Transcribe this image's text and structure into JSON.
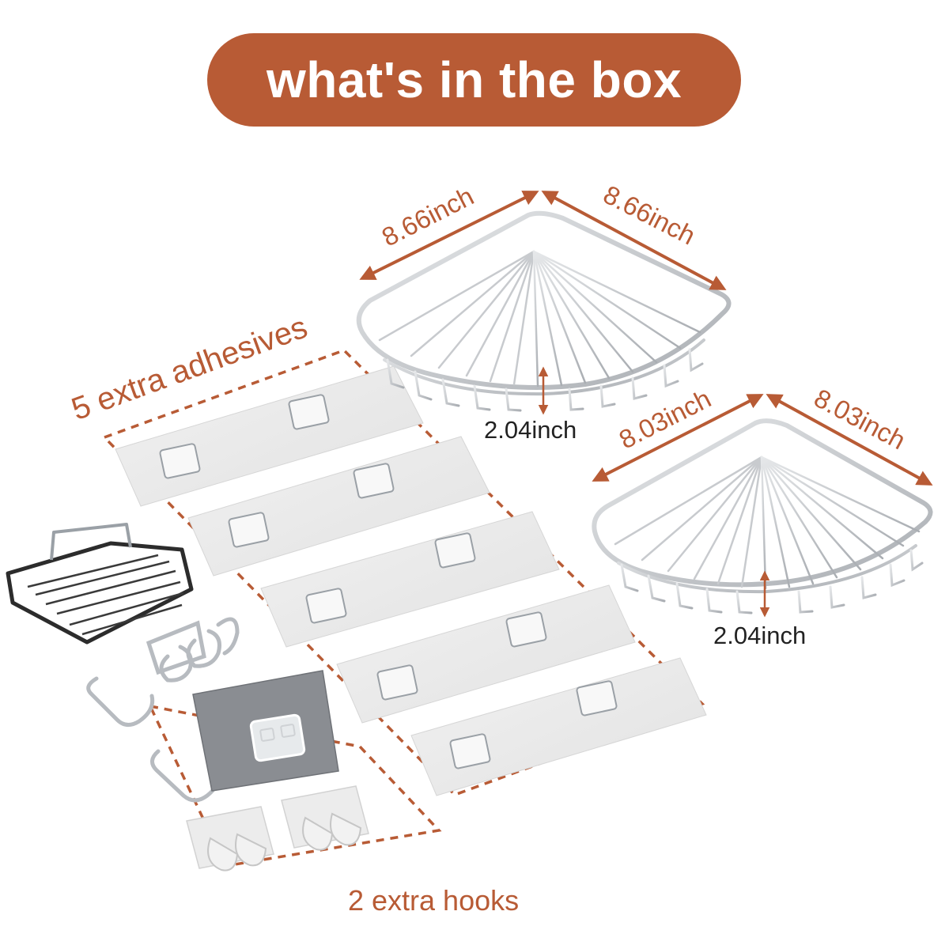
{
  "title": "what's in the box",
  "labels": {
    "adhesives": "5 extra adhesives",
    "hooks": "2 extra hooks"
  },
  "large_basket": {
    "left_edge": "8.66inch",
    "right_edge": "8.66inch",
    "height": "2.04inch"
  },
  "small_basket": {
    "left_edge": "8.03inch",
    "right_edge": "8.03inch",
    "height": "2.04inch"
  },
  "colors": {
    "accent": "#b85b35",
    "text_dark": "#222222",
    "adhesive_pad": "#ebebeb",
    "metal": "#bfc3c8"
  }
}
